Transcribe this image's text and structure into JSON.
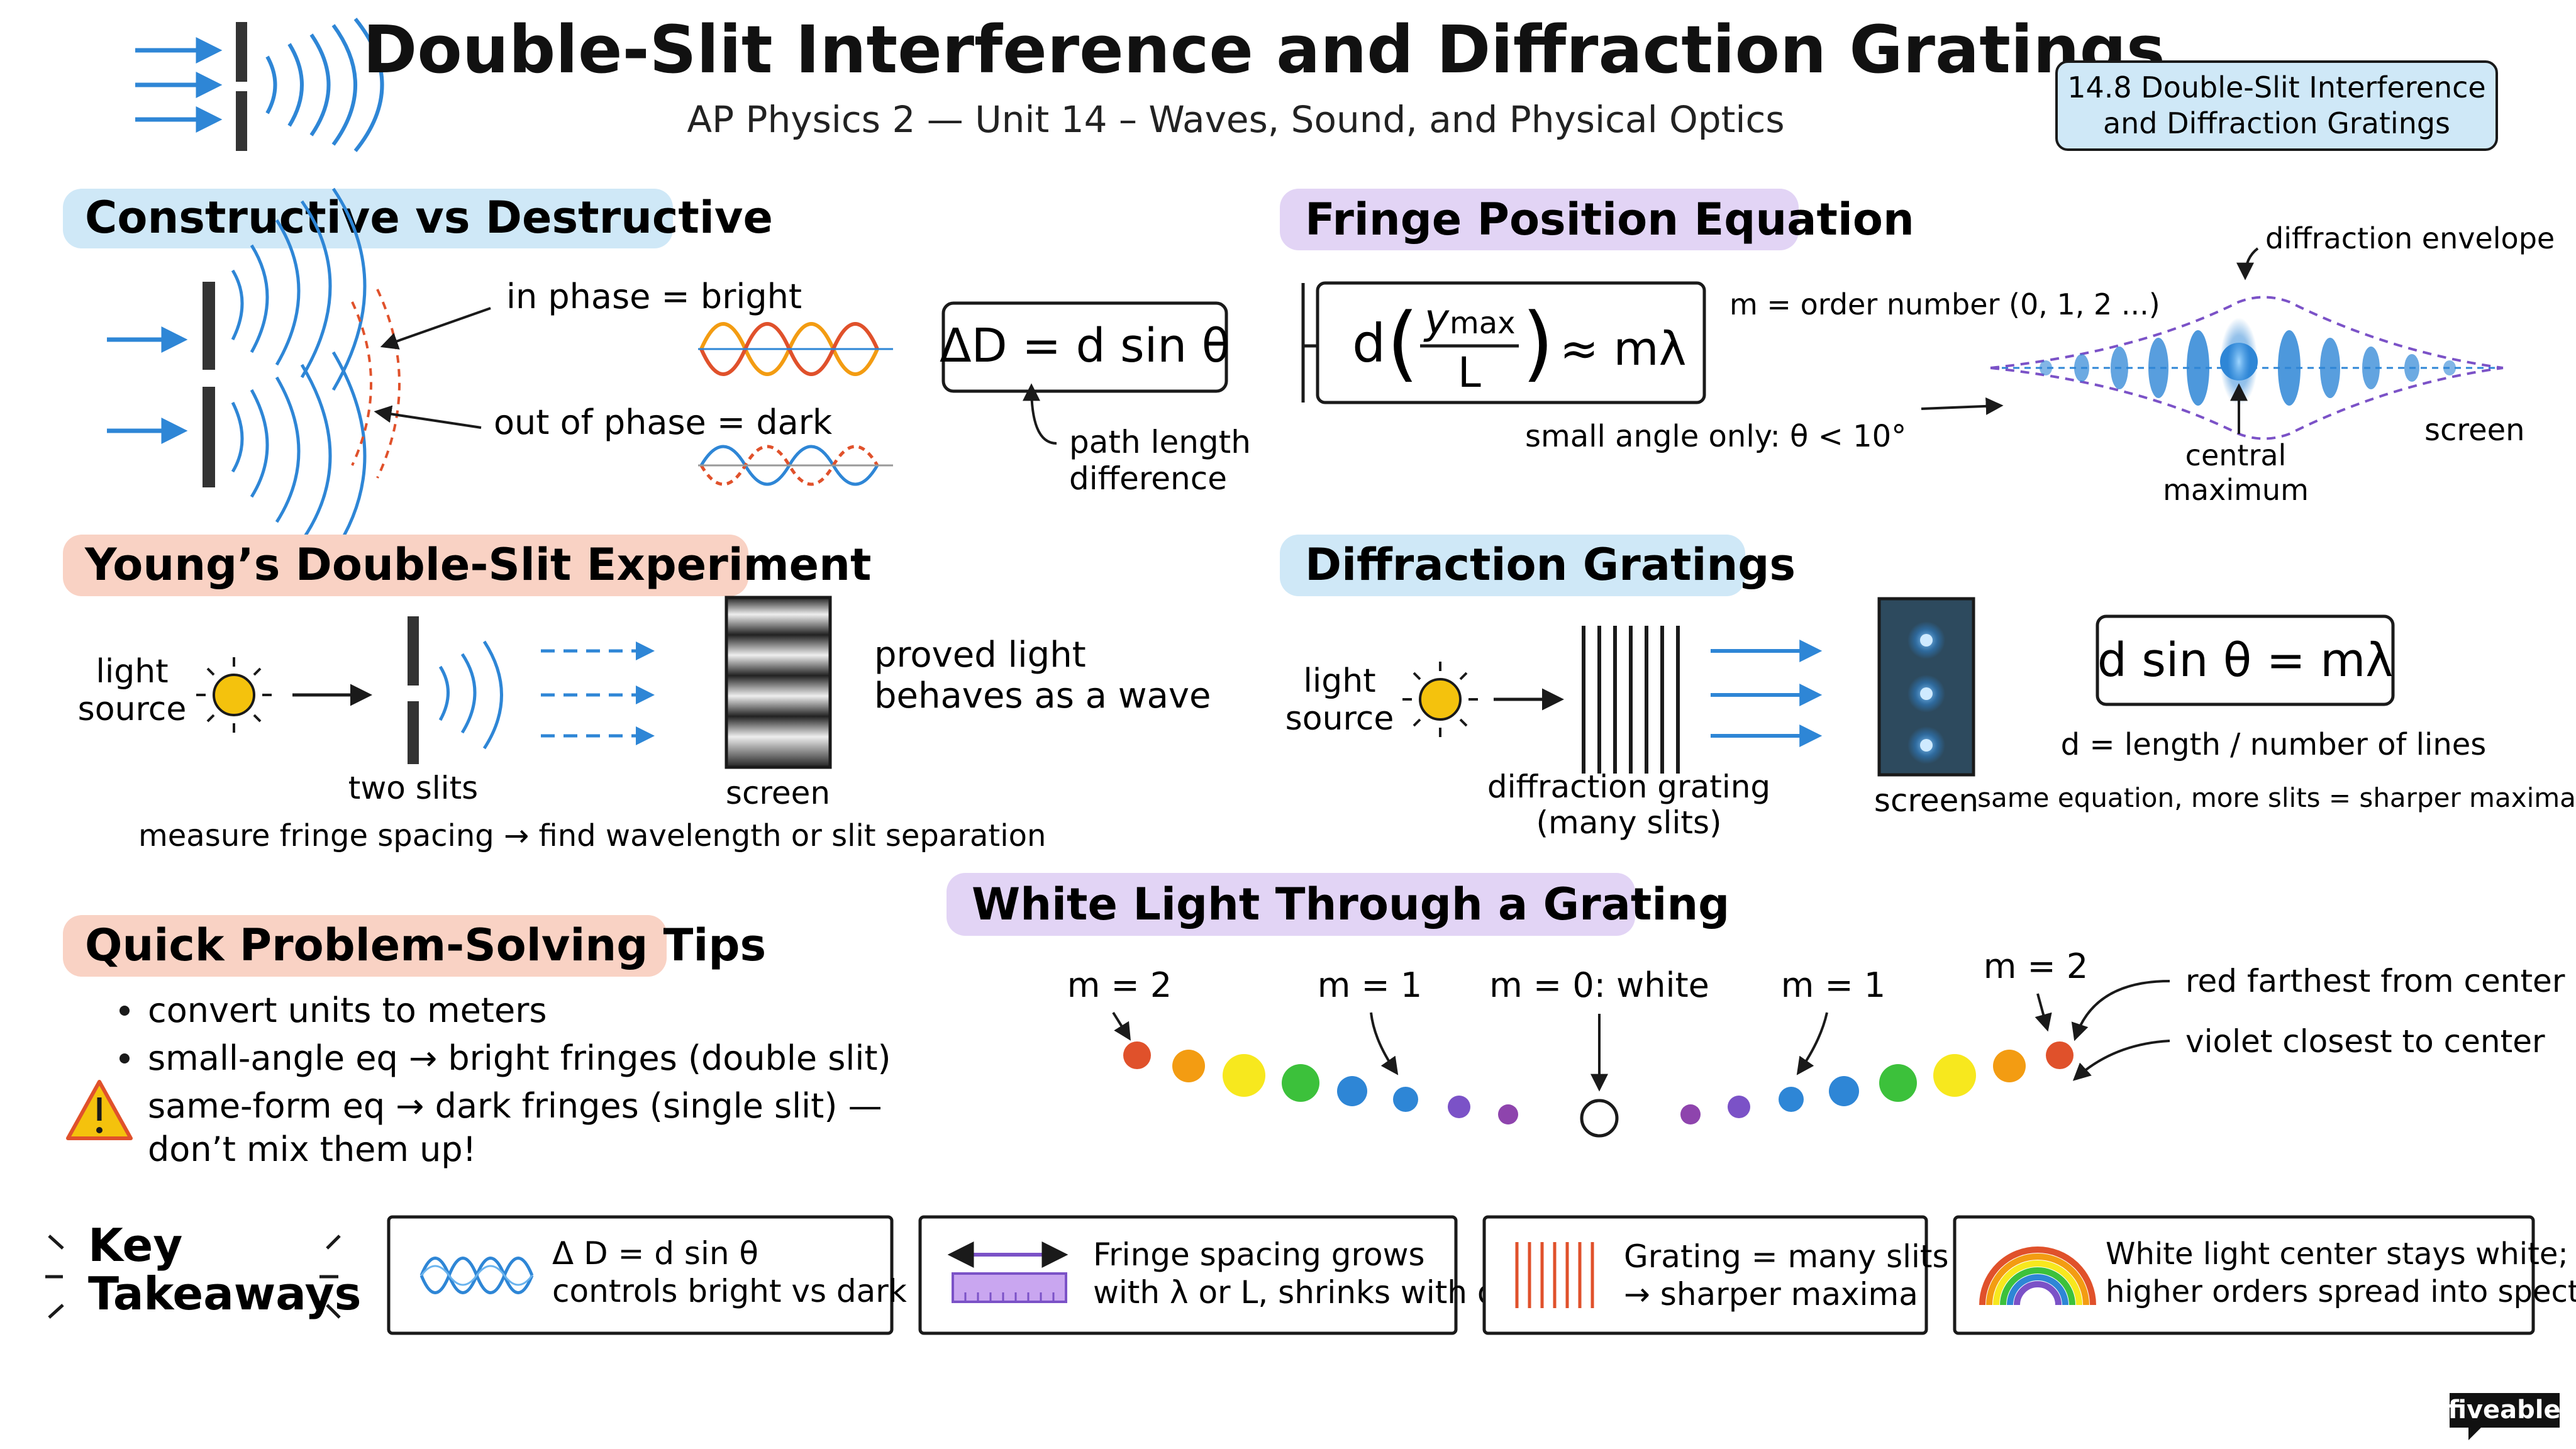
{
  "header": {
    "title": "Double-Slit Interference and Diffraction Gratings",
    "subtitle": "AP Physics 2 — Unit 14 – Waves, Sound, and Physical Optics",
    "badge_line1": "14.8 Double-Slit Interference",
    "badge_line2": "and Diffraction Gratings"
  },
  "constructive": {
    "heading": "Constructive vs Destructive",
    "in_phase": "in phase = bright",
    "out_phase": "out of phase = dark",
    "equation": "ΔD = d sin θ",
    "path_line1": "path length",
    "path_line2": "difference"
  },
  "fringe": {
    "heading": "Fringe Position Equation",
    "eq_d": "d",
    "eq_y": "y",
    "eq_max": "max",
    "eq_L": "L",
    "eq_rhs": "≈ mλ",
    "order_note": "m = order number (0, 1, 2 ...)",
    "small_angle": "small angle only: θ < 10°",
    "envelope": "diffraction envelope",
    "central_line1": "central",
    "central_line2": "maximum",
    "screen": "screen"
  },
  "young": {
    "heading": "Young’s Double-Slit Experiment",
    "light_line1": "light",
    "light_line2": "source",
    "two_slits": "two slits",
    "screen": "screen",
    "proved_line1": "proved light",
    "proved_line2": "behaves as a wave",
    "measure": "measure fringe spacing → find wavelength or slit separation"
  },
  "grating": {
    "heading": "Diffraction Gratings",
    "light_line1": "light",
    "light_line2": "source",
    "grating_line1": "diffraction grating",
    "grating_line2": "(many slits)",
    "screen": "screen",
    "equation": "d sin θ = mλ",
    "d_def": "d = length / number of lines",
    "same_eq": "same equation, more slits = sharper maxima"
  },
  "tips": {
    "heading": "Quick Problem-Solving Tips",
    "items": [
      "convert units to meters",
      "small-angle eq → bright fringes (double slit)",
      "same-form eq → dark fringes (single slit) —",
      "don’t mix them up!"
    ]
  },
  "white": {
    "heading": "White Light Through a Grating",
    "m2_left": "m = 2",
    "m1_left": "m = 1",
    "m0": "m = 0: white",
    "m1_right": "m = 1",
    "m2_right": "m = 2",
    "red_note": "red farthest from center",
    "violet_note": "violet closest to center"
  },
  "takeaways": {
    "label_line1": "Key",
    "label_line2": "Takeaways",
    "cards": [
      {
        "line1": "Δ  D = d sin θ",
        "line2": "controls bright vs dark"
      },
      {
        "line1": "Fringe spacing grows",
        "line2": "with λ or L, shrinks with d"
      },
      {
        "line1": "Grating = many slits",
        "line2": "→ sharper maxima"
      },
      {
        "line1": "White light center stays white;",
        "line2": "higher orders spread into spectrum"
      }
    ]
  },
  "brand": "fiveable",
  "colors": {
    "blue_band": "#cfe8f7",
    "purple_band": "#e2d4f5",
    "salmon_band": "#f9d2c4",
    "accent_blue": "#2e86d6",
    "wave_red": "#e0512b",
    "sun": "#f4c20d"
  }
}
